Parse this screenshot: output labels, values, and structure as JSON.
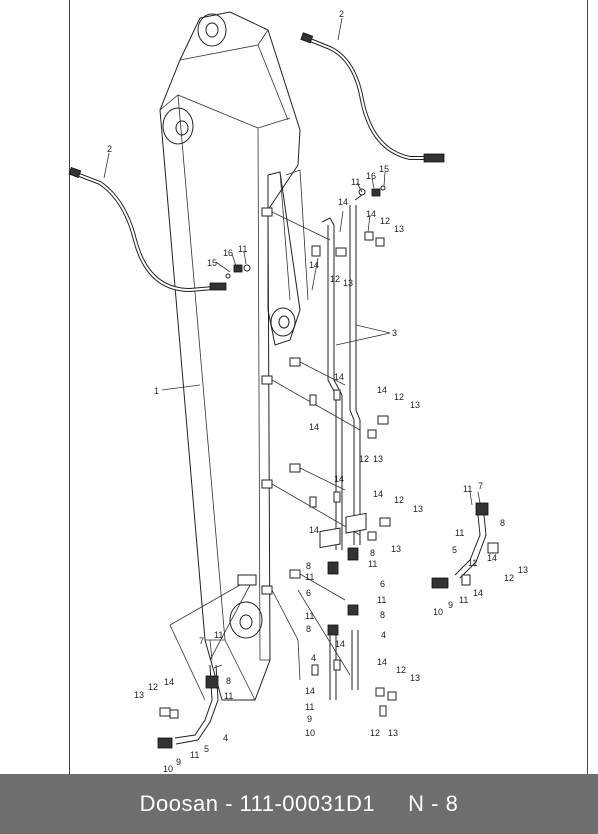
{
  "footer": {
    "brand": "Doosan",
    "separator": " - ",
    "part_number": "111-00031D1",
    "page_ref": "N - 8"
  },
  "callouts": [
    {
      "id": "c2a",
      "text": "2"
    },
    {
      "id": "c2b",
      "text": "2"
    },
    {
      "id": "c1",
      "text": "1"
    },
    {
      "id": "c3",
      "text": "3"
    },
    {
      "id": "c15a",
      "text": "15"
    },
    {
      "id": "c16a",
      "text": "16"
    },
    {
      "id": "c11a",
      "text": "11"
    },
    {
      "id": "c11b",
      "text": "11"
    },
    {
      "id": "c16b",
      "text": "16"
    },
    {
      "id": "c15b",
      "text": "15"
    },
    {
      "id": "c14a",
      "text": "14"
    },
    {
      "id": "c14b",
      "text": "14"
    },
    {
      "id": "c12a",
      "text": "12"
    },
    {
      "id": "c13a",
      "text": "13"
    },
    {
      "id": "c14c",
      "text": "14"
    },
    {
      "id": "c12b",
      "text": "12"
    },
    {
      "id": "c13b",
      "text": "13"
    },
    {
      "id": "c14d",
      "text": "14"
    },
    {
      "id": "c14e",
      "text": "14"
    },
    {
      "id": "c12c",
      "text": "12"
    },
    {
      "id": "c13c",
      "text": "13"
    },
    {
      "id": "c14f",
      "text": "14"
    },
    {
      "id": "c12d",
      "text": "12"
    },
    {
      "id": "c13d",
      "text": "13"
    },
    {
      "id": "c14g",
      "text": "14"
    },
    {
      "id": "c14h",
      "text": "14"
    },
    {
      "id": "c12e",
      "text": "12"
    },
    {
      "id": "c13e",
      "text": "13"
    },
    {
      "id": "c14i",
      "text": "14"
    },
    {
      "id": "c8a",
      "text": "8"
    },
    {
      "id": "c8b",
      "text": "8"
    },
    {
      "id": "c13f",
      "text": "13"
    },
    {
      "id": "c11c",
      "text": "11"
    },
    {
      "id": "c7a",
      "text": "7"
    },
    {
      "id": "c8c",
      "text": "8"
    },
    {
      "id": "c11d",
      "text": "11"
    },
    {
      "id": "c5a",
      "text": "5"
    },
    {
      "id": "c11e",
      "text": "11"
    },
    {
      "id": "c14j",
      "text": "14"
    },
    {
      "id": "c12f",
      "text": "12"
    },
    {
      "id": "c13g",
      "text": "13"
    },
    {
      "id": "c10a",
      "text": "10"
    },
    {
      "id": "c9a",
      "text": "9"
    },
    {
      "id": "c11f",
      "text": "11"
    },
    {
      "id": "c14k",
      "text": "14"
    },
    {
      "id": "c11g",
      "text": "11"
    },
    {
      "id": "c11h",
      "text": "11"
    },
    {
      "id": "c6a",
      "text": "6"
    },
    {
      "id": "c6b",
      "text": "6"
    },
    {
      "id": "c11i",
      "text": "11"
    },
    {
      "id": "c8d",
      "text": "8"
    },
    {
      "id": "c11j",
      "text": "11"
    },
    {
      "id": "c8e",
      "text": "8"
    },
    {
      "id": "c4a",
      "text": "4"
    },
    {
      "id": "c14l",
      "text": "14"
    },
    {
      "id": "c4b",
      "text": "4"
    },
    {
      "id": "c14m",
      "text": "14"
    },
    {
      "id": "c12g",
      "text": "12"
    },
    {
      "id": "c13h",
      "text": "13"
    },
    {
      "id": "c14n",
      "text": "14"
    },
    {
      "id": "c11k",
      "text": "11"
    },
    {
      "id": "c9b",
      "text": "9"
    },
    {
      "id": "c10b",
      "text": "10"
    },
    {
      "id": "c12h",
      "text": "12"
    },
    {
      "id": "c13i",
      "text": "13"
    },
    {
      "id": "c7b",
      "text": "7"
    },
    {
      "id": "c11l",
      "text": "11"
    },
    {
      "id": "c8f",
      "text": "8"
    },
    {
      "id": "c11m",
      "text": "11"
    },
    {
      "id": "c13j",
      "text": "13"
    },
    {
      "id": "c12i",
      "text": "12"
    },
    {
      "id": "c14o",
      "text": "14"
    },
    {
      "id": "c5b",
      "text": "5"
    },
    {
      "id": "c4c",
      "text": "4"
    },
    {
      "id": "c11n",
      "text": "11"
    },
    {
      "id": "c9c",
      "text": "9"
    },
    {
      "id": "c10c",
      "text": "10"
    }
  ]
}
